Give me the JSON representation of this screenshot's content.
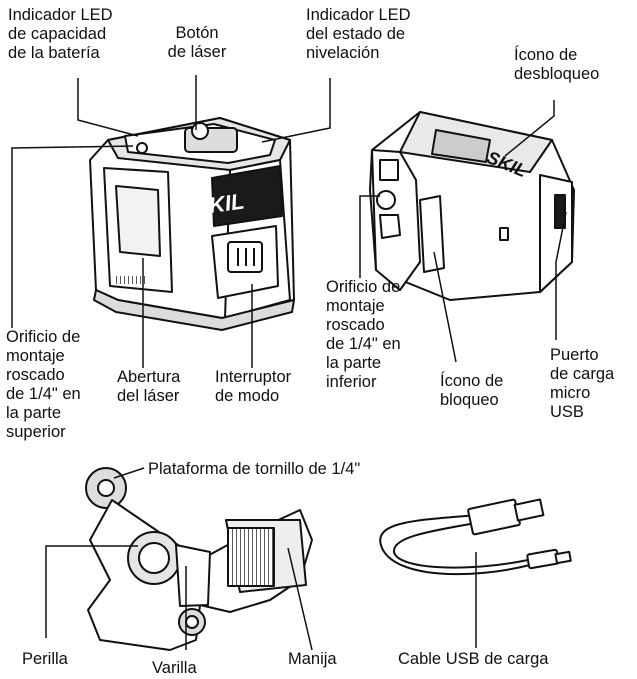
{
  "labels": {
    "led_battery": "Indicador LED\nde capacidad\nde la batería",
    "laser_button": "Botón\nde láser",
    "led_level": "Indicador LED\ndel estado de\nnivelación",
    "unlock_icon": "Ícono de\ndesbloqueo",
    "mount_top": "Orificio de\nmontaje\nroscado\nde 1/4\" en\nla parte\nsuperior",
    "laser_aperture": "Abertura\ndel láser",
    "mode_switch": "Interruptor\nde modo",
    "mount_bottom": "Orificio de\nmontaje\nroscado\nde 1/4\" en\nla parte\ninferior",
    "lock_icon": "Ícono de\nbloqueo",
    "usb_port": "Puerto\nde carga\nmicro\nUSB",
    "screw_platform": "Plataforma de tornillo de 1/4\"",
    "knob": "Perilla",
    "rod": "Varilla",
    "handle": "Manija",
    "usb_cable": "Cable USB de carga"
  },
  "brand": "SKIL"
}
